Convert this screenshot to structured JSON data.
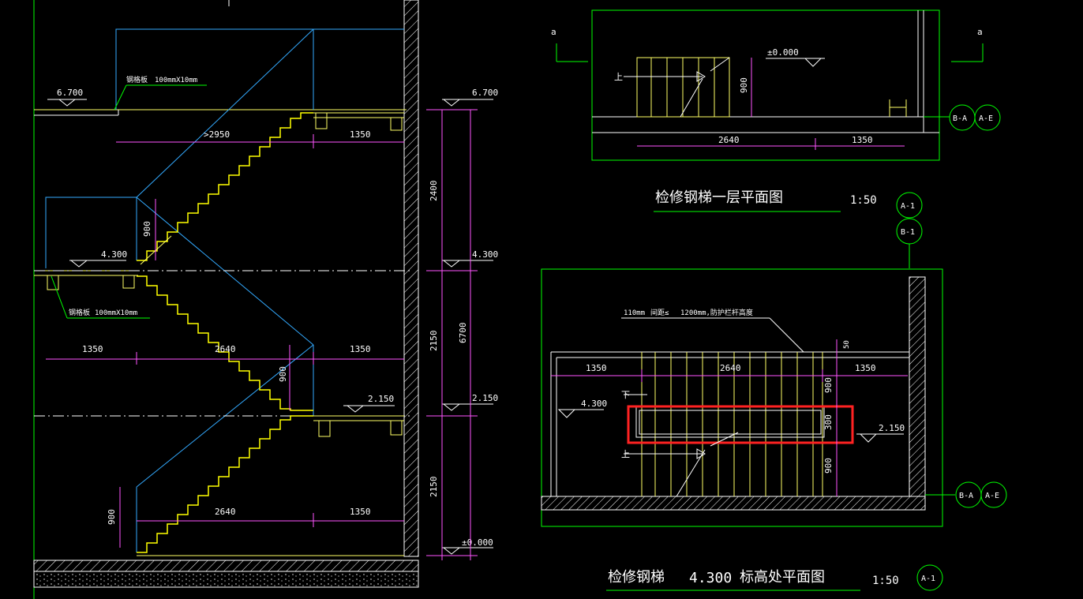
{
  "section": {
    "levels": [
      "6.700",
      "4.300",
      "2.150",
      "±0.000"
    ],
    "level_left_top": "6.700",
    "level_left_mid": "4.300",
    "level_mid_landing": "2.150",
    "plate_note_top": "钢格板",
    "plate_size_top": "100mmX10mm",
    "plate_note_mid": "钢格板",
    "plate_size_mid": "100mmX10mm",
    "dim_top_run": ">2950",
    "dim_top_land": "1350",
    "dim_mid_land": "1350",
    "dim_mid_run": "2640",
    "dim_mid_land2": "1350",
    "dim_bot_run": "2640",
    "dim_bot_land": "1350",
    "dim_h_900_a": "900",
    "dim_h_900_b": "900",
    "dim_h_900_c": "900",
    "dim_v_2400": "2400",
    "dim_v_2150_a": "2150",
    "dim_v_2150_b": "2150",
    "dim_v_6700": "6700"
  },
  "plan1": {
    "title": "检修钢梯一层平面图",
    "scale": "1:50",
    "level": "±0.000",
    "up_label": "上",
    "dim_900": "900",
    "dim_2640": "2640",
    "dim_1350": "1350",
    "axis_left": "a",
    "axis_right": "a",
    "bubble_ba": "B-A",
    "bubble_ae": "A-E"
  },
  "plan2": {
    "title_a": "检修钢梯",
    "title_b": "4.300",
    "title_c": "标高处平面图",
    "scale": "1:50",
    "rail_note_a": "110mm",
    "rail_note_b": "间距≤",
    "rail_note_c": "1200mm,防护栏杆高度",
    "dim_1350_l": "1350",
    "dim_2640": "2640",
    "dim_1350_r": "1350",
    "dim_50": "50",
    "dim_900_a": "900",
    "dim_300": "300",
    "dim_900_b": "900",
    "level_430": "4.300",
    "level_215": "2.150",
    "down_label": "下",
    "up_label": "上",
    "bubble_a1": "A-1",
    "bubble_b1": "B-1",
    "bubble_ba": "B-A",
    "bubble_ae": "A-E",
    "bubble_a1_bottom": "A-1"
  }
}
